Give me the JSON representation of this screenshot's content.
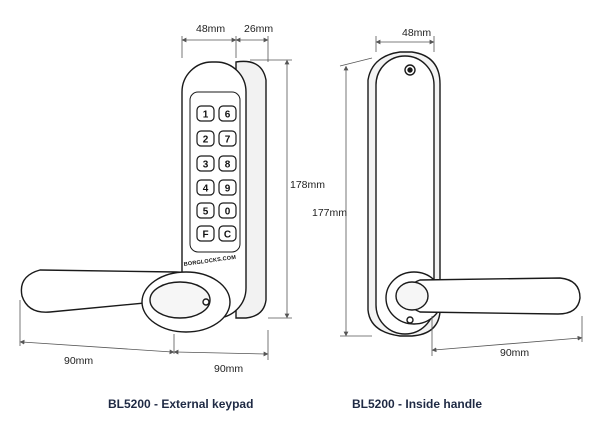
{
  "dimensions": {
    "left_width": "48mm",
    "left_depth": "26mm",
    "left_height": "178mm",
    "left_lever_length": "90mm",
    "left_lever_depth": "90mm",
    "right_width": "48mm",
    "right_height": "177mm",
    "right_lever_length": "90mm"
  },
  "keypad": {
    "keys": [
      "1",
      "6",
      "2",
      "7",
      "3",
      "8",
      "4",
      "9",
      "5",
      "0",
      "F",
      "C"
    ],
    "brand": "BORGLOCKS.COM"
  },
  "captions": {
    "left": "BL5200 - External keypad",
    "right": "BL5200 - Inside handle"
  },
  "colors": {
    "line": "#1a1a1a",
    "dim_line": "#555555",
    "caption": "#1f2a44"
  }
}
